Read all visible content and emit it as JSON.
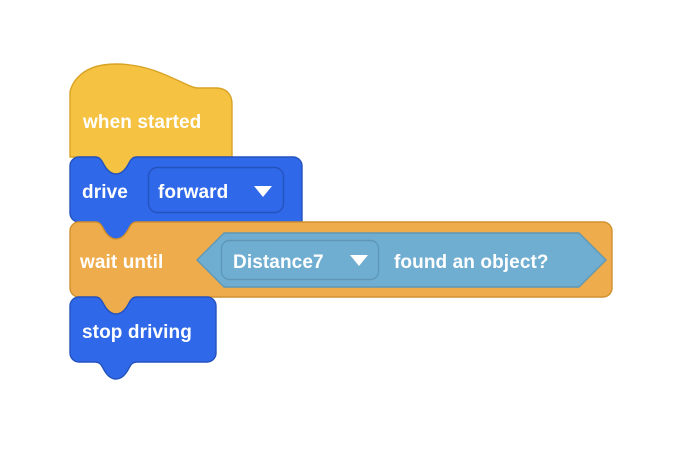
{
  "workspace": {
    "name": "block-program-workspace",
    "background_color": "#ffffff"
  },
  "palette": {
    "hat_fill": "#F5C242",
    "hat_stroke": "#D9A326",
    "motion_fill": "#2F68E8",
    "motion_stroke": "#2553BE",
    "control_fill": "#EFAC4C",
    "control_stroke": "#D1912F",
    "sensing_fill": "#70AED1",
    "sensing_stroke": "#5E97B8",
    "dropdown_stroke_motion": "#2553BE",
    "dropdown_stroke_sensing": "#5E97B8",
    "text_color": "#FFFFFF"
  },
  "script": {
    "name": "main-script-stack",
    "blocks": [
      {
        "id": "when-started",
        "kind": "hat",
        "category": "events",
        "label": "when started"
      },
      {
        "id": "drive-forward",
        "kind": "stack",
        "category": "motion",
        "label": "drive",
        "dropdown": {
          "name": "direction-dropdown",
          "value": "forward",
          "arrow": "chevron-down-icon"
        }
      },
      {
        "id": "wait-until",
        "kind": "stack",
        "category": "control",
        "label": "wait until",
        "condition": {
          "id": "distance-found-object",
          "kind": "boolean-hexagon",
          "category": "sensing",
          "dropdown": {
            "name": "sensor-dropdown",
            "value": "Distance7",
            "arrow": "chevron-down-icon"
          },
          "label": "found an object?"
        }
      },
      {
        "id": "stop-driving",
        "kind": "stack",
        "category": "motion",
        "label": "stop driving"
      }
    ]
  }
}
